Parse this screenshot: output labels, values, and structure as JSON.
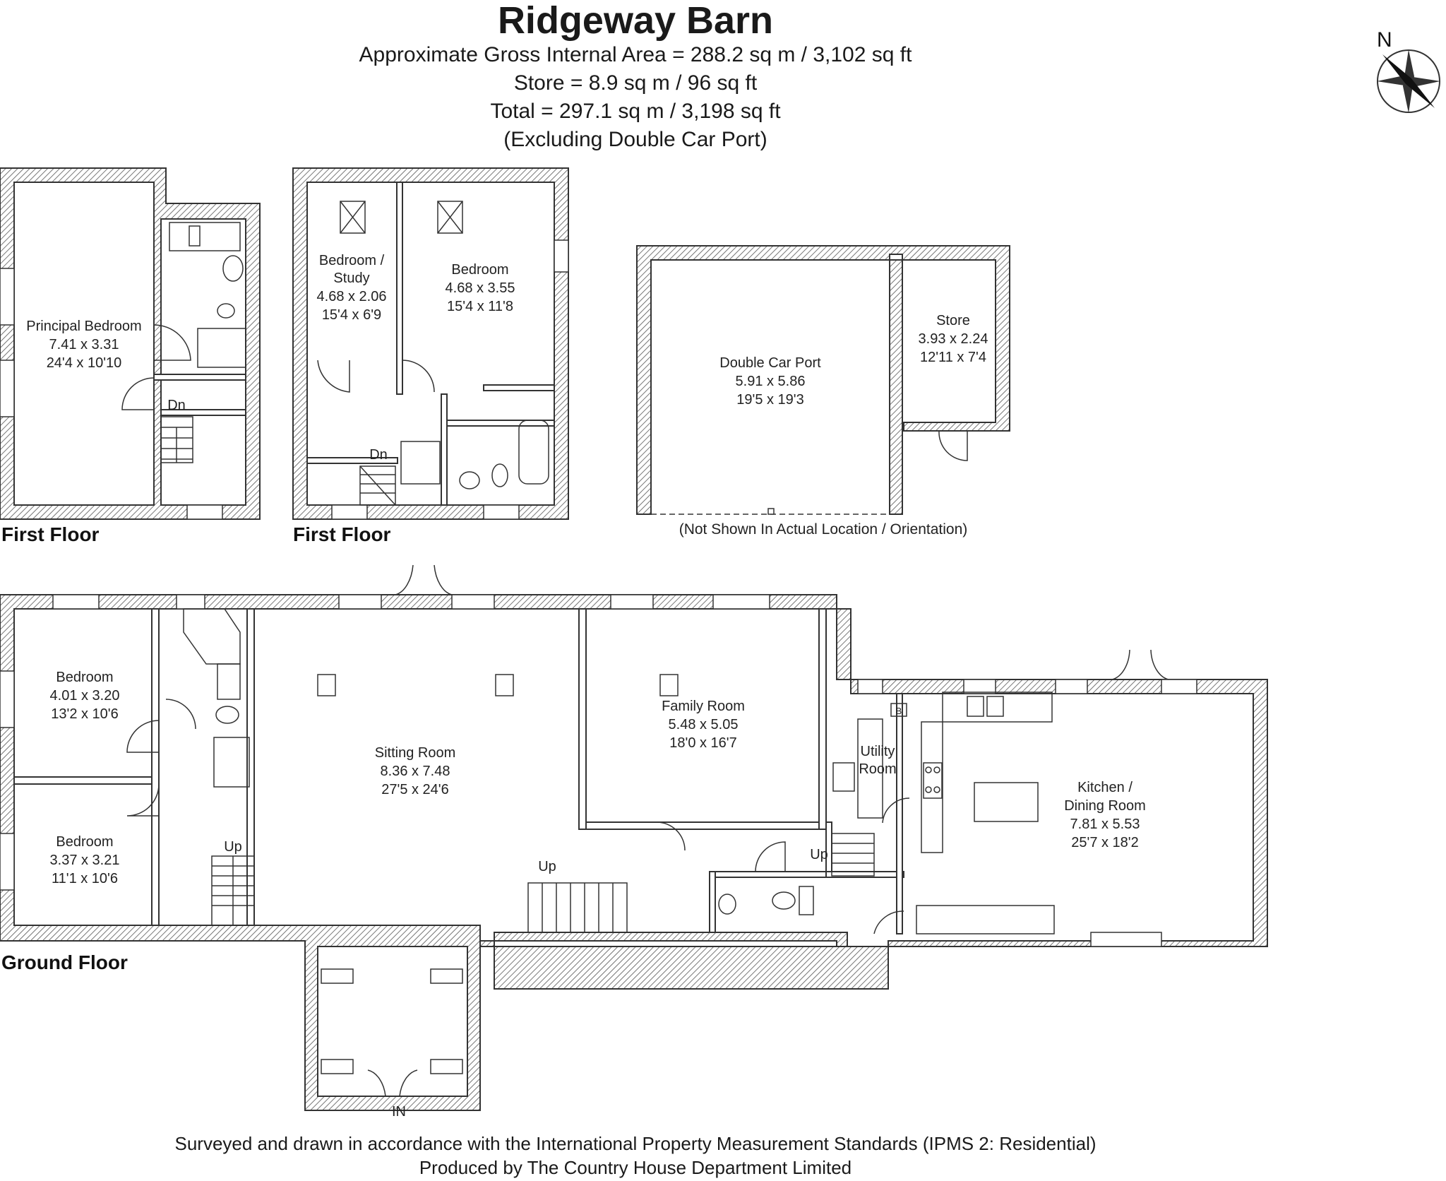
{
  "header": {
    "title": "Ridgeway Barn",
    "line1": "Approximate Gross Internal Area = 288.2 sq m / 3,102 sq ft",
    "line2": "Store = 8.9 sq m / 96 sq ft",
    "line3": "Total = 297.1 sq m / 3,198 sq ft",
    "line4": "(Excluding Double Car Port)"
  },
  "compass": {
    "label": "N"
  },
  "floors": {
    "first_a": "First Floor",
    "first_b": "First Floor",
    "ground": "Ground Floor"
  },
  "rooms": {
    "principal_bedroom": {
      "name": "Principal Bedroom",
      "metric": "7.41 x 3.31",
      "imperial": "24'4 x 10'10"
    },
    "bedroom_study": {
      "name1": "Bedroom /",
      "name2": "Study",
      "metric": "4.68 x 2.06",
      "imperial": "15'4 x 6'9"
    },
    "bedroom_first": {
      "name": "Bedroom",
      "metric": "4.68 x 3.55",
      "imperial": "15'4 x 11'8"
    },
    "car_port": {
      "name": "Double Car Port",
      "metric": "5.91 x 5.86",
      "imperial": "19'5 x 19'3"
    },
    "store": {
      "name": "Store",
      "metric": "3.93 x 2.24",
      "imperial": "12'11 x 7'4"
    },
    "bedroom_g1": {
      "name": "Bedroom",
      "metric": "4.01 x 3.20",
      "imperial": "13'2 x 10'6"
    },
    "bedroom_g2": {
      "name": "Bedroom",
      "metric": "3.37 x 3.21",
      "imperial": "11'1 x 10'6"
    },
    "sitting_room": {
      "name": "Sitting Room",
      "metric": "8.36 x 7.48",
      "imperial": "27'5 x 24'6"
    },
    "family_room": {
      "name": "Family Room",
      "metric": "5.48 x 5.05",
      "imperial": "18'0 x 16'7"
    },
    "utility_room": {
      "name1": "Utility",
      "name2": "Room"
    },
    "kitchen": {
      "name1": "Kitchen /",
      "name2": "Dining Room",
      "metric": "7.81 x 5.53",
      "imperial": "25'7 x 18'2"
    }
  },
  "stairs": {
    "dn1": "Dn",
    "dn2": "Dn",
    "up1": "Up",
    "up2": "Up",
    "up3": "Up"
  },
  "entrance": "IN",
  "boiler": "B",
  "carport_note": "(Not Shown In Actual Location / Orientation)",
  "footer": {
    "line1": "Surveyed and drawn in accordance with the International Property Measurement Standards (IPMS 2: Residential)",
    "line2": "Produced by The Country House Department Limited"
  }
}
